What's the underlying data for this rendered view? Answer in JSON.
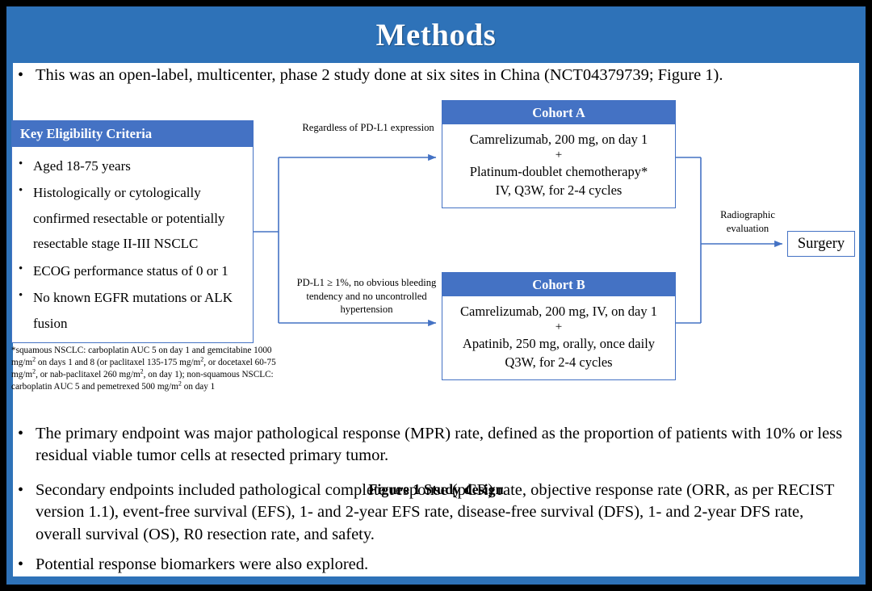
{
  "slide": {
    "title": "Methods",
    "accent_banner_color": "#2E72B8",
    "box_accent_color": "#4472C4"
  },
  "intro": {
    "bullet": "•",
    "text": "This was an open-label, multicenter, phase 2 study done at six sites in China (NCT04379739; Figure 1)."
  },
  "figure": {
    "caption": "Figure 1 Study design",
    "eligibility": {
      "header": "Key  Eligibility Criteria",
      "bullet": "•",
      "items": [
        "Aged 18-75 years",
        "Histologically or cytologically confirmed resectable or potentially resectable stage II-III  NSCLC",
        "ECOG performance status of 0 or 1",
        "No known EGFR mutations or ALK fusion"
      ]
    },
    "footnote": {
      "line1_pre": "*squamous NSCLC: carboplatin AUC 5 on day 1 and gemcitabine 1000 mg/m",
      "sup1": "2",
      "line1_post": " on days 1 and 8 (or paclitaxel 135-175  mg/m",
      "sup2": "2",
      "line2_mid": ", or docetaxel 60-75 mg/m",
      "sup3": "2",
      "line2_post": ", or nab-paclitaxel 260 mg/m",
      "sup4": "2",
      "line3_pre": ", on day 1); non-squamous NSCLC: carboplatin AUC 5 and pemetrexed 500 mg/m",
      "sup5": "2",
      "line3_post": " on day 1"
    },
    "cohort_a": {
      "header": "Cohort A",
      "line1": "Camrelizumab, 200 mg, on day 1",
      "plus": "+",
      "line2": "Platinum-doublet chemotherapy*",
      "line3": "IV, Q3W, for 2-4 cycles"
    },
    "cohort_b": {
      "header": "Cohort B",
      "line1": "Camrelizumab, 200 mg, IV, on day 1",
      "plus": "+",
      "line2": "Apatinib, 250 mg, orally, once daily",
      "line3": "Q3W, for 2-4 cycles"
    },
    "connector_labels": {
      "to_cohort_a": "Regardless  of PD-L1 expression",
      "to_cohort_b": "PD-L1 ≥ 1%, no obvious bleeding tendency and no uncontrolled  hypertension",
      "to_surgery": "Radiographic evaluation"
    },
    "surgery": {
      "label": "Surgery"
    }
  },
  "endpoints": {
    "bullet": "•",
    "items": [
      "The primary endpoint was major pathological response (MPR) rate, defined as the proportion of patients with 10% or less residual viable tumor cells at resected primary tumor.",
      "Secondary endpoints included pathological complete response (pCR) rate, objective response rate (ORR, as per RECIST version 1.1), event-free survival (EFS), 1- and 2-year EFS rate, disease-free survival (DFS), 1- and 2-year DFS rate, overall survival (OS), R0 resection rate, and safety.",
      "Potential response biomarkers were also explored."
    ]
  }
}
